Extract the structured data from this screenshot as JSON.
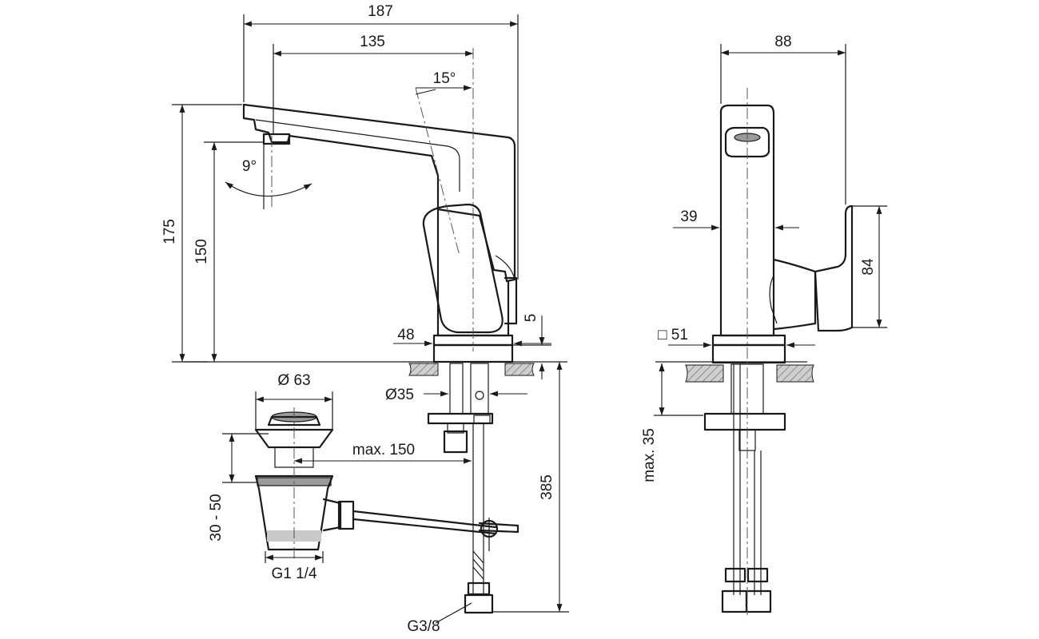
{
  "drawing": {
    "dimensions": {
      "overall_reach": "187",
      "spout_reach": "135",
      "spout_angle": "15°",
      "aerator_angle": "9°",
      "total_height": "175",
      "spout_height": "150",
      "base_width": "48",
      "base_gap": "5",
      "hole_diameter": "Ø35",
      "waste_diameter": "Ø 63",
      "waste_distance": "max. 150",
      "tail_length": "385",
      "waste_range": "30 - 50",
      "waste_thread": "G1 1/4",
      "hose_thread": "G3/8",
      "body_width": "88",
      "body_depth": "39",
      "lever_height": "84",
      "base_square": "□ 51",
      "deck_thickness": "max. 35"
    }
  }
}
